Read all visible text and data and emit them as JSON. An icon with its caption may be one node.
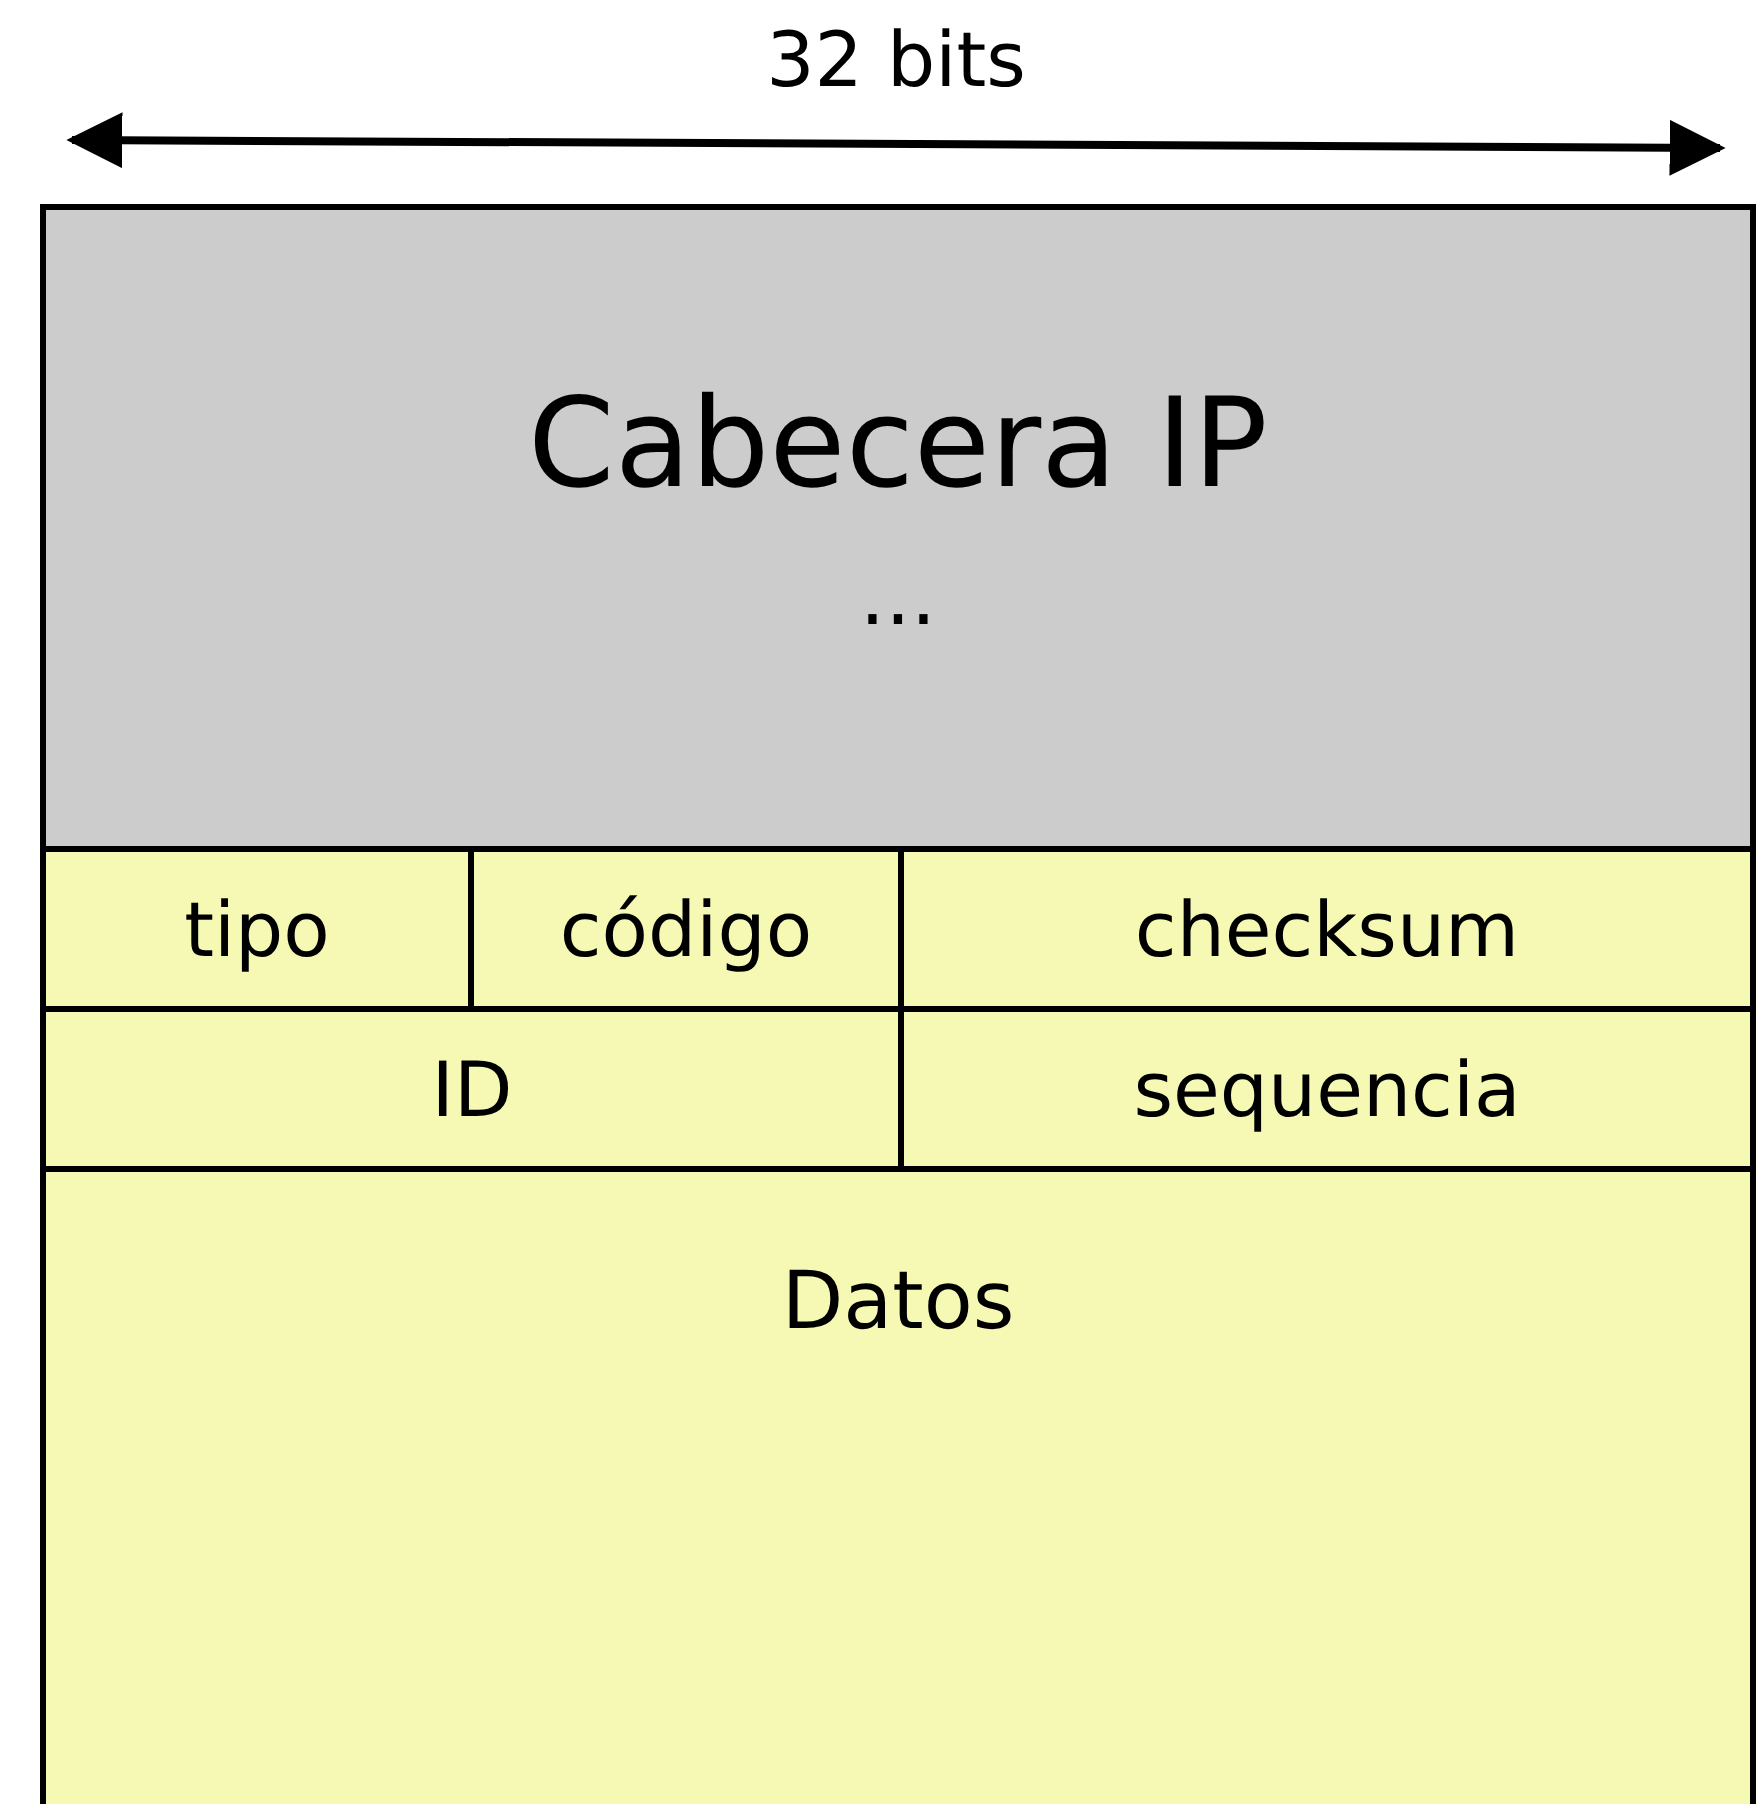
{
  "diagram": {
    "nodes": [
      {
        "text": [
          "Cabecera IP",
          "..."
        ]
      },
      {
        "text": [
          "tipo"
        ]
      },
      {
        "text": [
          "código"
        ]
      },
      {
        "text": [
          "checksum"
        ]
      },
      {
        "text": [
          "ID"
        ]
      },
      {
        "text": [
          "sequencia"
        ]
      },
      {
        "text": [
          "Datos"
        ]
      }
    ],
    "edges": [],
    "labels": [
      "32 bits"
    ]
  }
}
